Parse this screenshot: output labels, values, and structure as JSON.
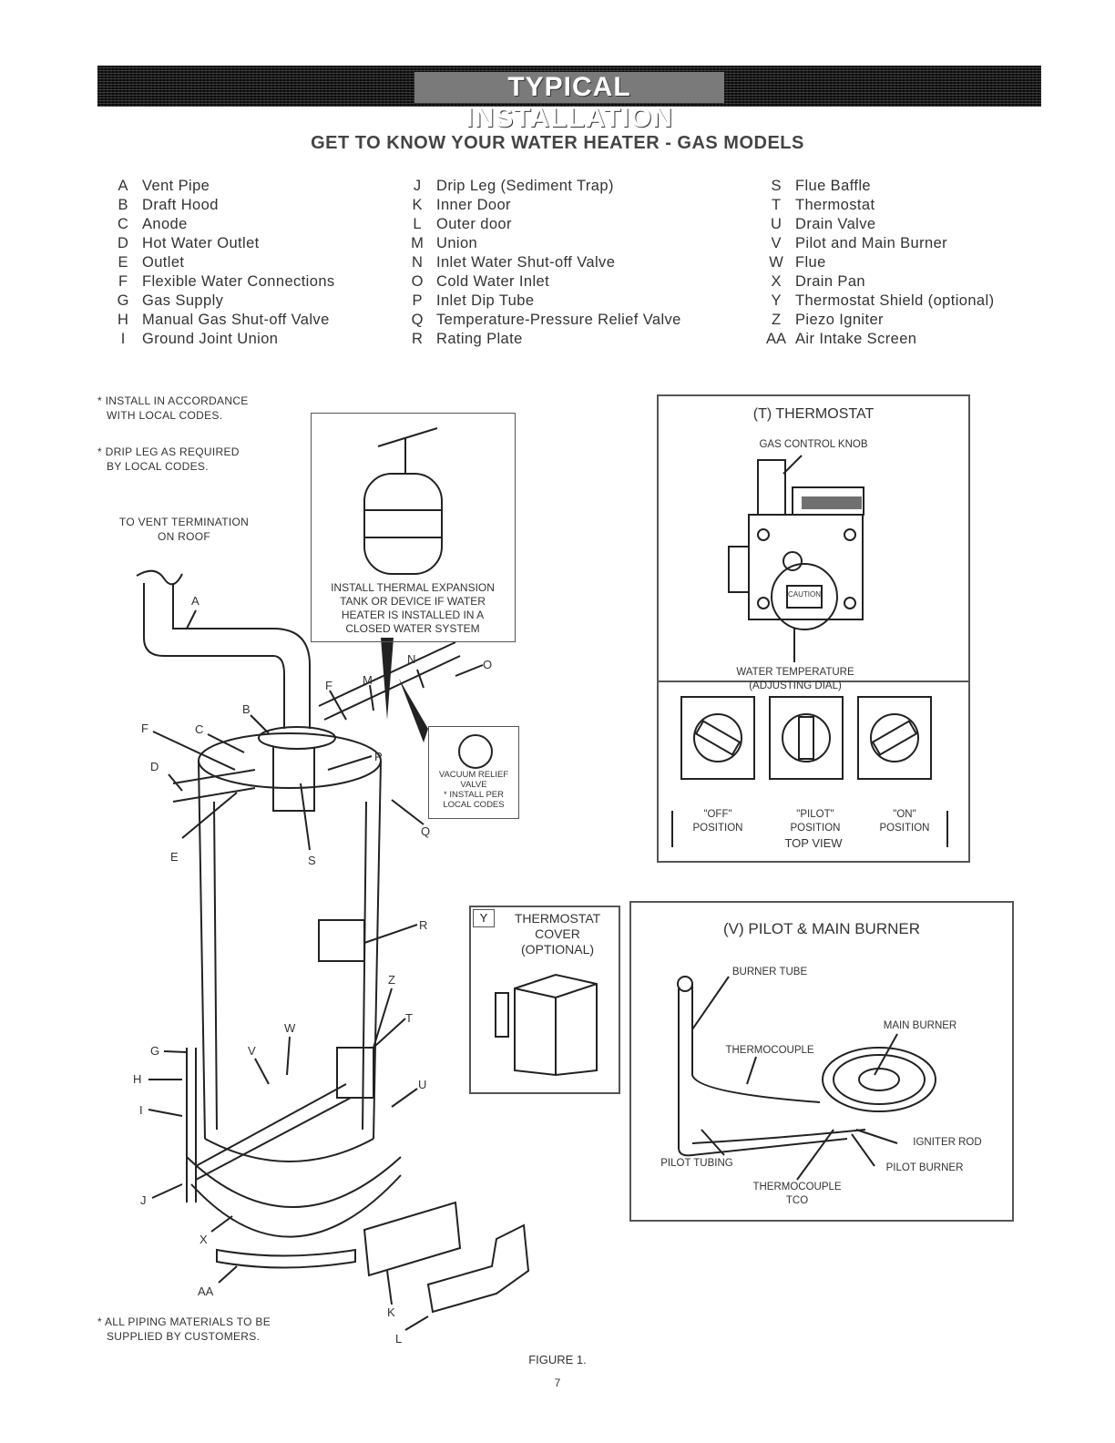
{
  "banner": {
    "title": "TYPICAL INSTALLATION"
  },
  "subtitle": "GET TO KNOW YOUR WATER HEATER - GAS MODELS",
  "legend": {
    "col1": [
      {
        "key": "A",
        "label": "Vent Pipe"
      },
      {
        "key": "B",
        "label": "Draft Hood"
      },
      {
        "key": "C",
        "label": "Anode"
      },
      {
        "key": "D",
        "label": "Hot Water Outlet"
      },
      {
        "key": "E",
        "label": "Outlet"
      },
      {
        "key": "F",
        "label": "Flexible Water Connections"
      },
      {
        "key": "G",
        "label": "Gas Supply"
      },
      {
        "key": "H",
        "label": "Manual Gas Shut-off Valve"
      },
      {
        "key": "I",
        "label": "Ground Joint Union"
      }
    ],
    "col2": [
      {
        "key": "J",
        "label": "Drip Leg (Sediment Trap)"
      },
      {
        "key": "K",
        "label": "Inner Door"
      },
      {
        "key": "L",
        "label": "Outer door"
      },
      {
        "key": "M",
        "label": "Union"
      },
      {
        "key": "N",
        "label": "Inlet Water Shut-off Valve"
      },
      {
        "key": "O",
        "label": "Cold Water Inlet"
      },
      {
        "key": "P",
        "label": "Inlet Dip Tube"
      },
      {
        "key": "Q",
        "label": "Temperature-Pressure Relief Valve"
      },
      {
        "key": "R",
        "label": "Rating Plate"
      }
    ],
    "col3": [
      {
        "key": "S",
        "label": "Flue Baffle"
      },
      {
        "key": "T",
        "label": "Thermostat"
      },
      {
        "key": "U",
        "label": "Drain Valve"
      },
      {
        "key": "V",
        "label": "Pilot and Main Burner"
      },
      {
        "key": "W",
        "label": "Flue"
      },
      {
        "key": "X",
        "label": "Drain Pan"
      },
      {
        "key": "Y",
        "label": "Thermostat Shield (optional)"
      },
      {
        "key": "Z",
        "label": "Piezo Igniter"
      },
      {
        "key": "AA",
        "label": "Air Intake Screen"
      }
    ]
  },
  "notes": {
    "install_codes": [
      "* INSTALL IN ACCORDANCE",
      "WITH LOCAL CODES."
    ],
    "drip_leg": [
      "* DRIP LEG AS REQUIRED",
      "BY LOCAL CODES."
    ],
    "vent": [
      "TO VENT TERMINATION",
      "ON ROOF"
    ],
    "piping": [
      "* ALL PIPING MATERIALS TO BE",
      "SUPPLIED BY CUSTOMERS."
    ],
    "expansion": [
      "INSTALL THERMAL EXPANSION",
      "TANK OR DEVICE IF WATER",
      "HEATER IS INSTALLED IN A",
      "CLOSED WATER SYSTEM"
    ],
    "vacuum": [
      "VACUUM RELIEF",
      "VALVE",
      "* INSTALL PER",
      "LOCAL CODES"
    ]
  },
  "callouts": [
    "A",
    "B",
    "C",
    "D",
    "E",
    "F",
    "F",
    "M",
    "N",
    "O",
    "P",
    "Q",
    "R",
    "S",
    "Z",
    "T",
    "W",
    "V",
    "U",
    "G",
    "H",
    "I",
    "J",
    "X",
    "AA",
    "K",
    "L"
  ],
  "thermostat_panel": {
    "title": "(T) THERMOSTAT",
    "knob": "GAS CONTROL KNOB",
    "caution": "CAUTION",
    "water_temp": [
      "WATER TEMPERATURE",
      "(ADJUSTING DIAL)"
    ],
    "positions": [
      {
        "name": "\"OFF\"",
        "sub": "POSITION"
      },
      {
        "name": "\"PILOT\"",
        "sub": "POSITION"
      },
      {
        "name": "\"ON\"",
        "sub": "POSITION"
      }
    ],
    "top_view": "TOP VIEW"
  },
  "cover_panel": {
    "key": "Y",
    "title": [
      "THERMOSTAT",
      "COVER",
      "(OPTIONAL)"
    ]
  },
  "burner_panel": {
    "title": "(V) PILOT & MAIN BURNER",
    "labels": {
      "burner_tube": "BURNER TUBE",
      "main_burner": "MAIN BURNER",
      "thermocouple": "THERMOCOUPLE",
      "igniter_rod": "IGNITER ROD",
      "pilot_tubing": "PILOT TUBING",
      "pilot_burner": "PILOT BURNER",
      "thermocouple_tco": [
        "THERMOCOUPLE",
        "TCO"
      ]
    }
  },
  "figure": "FIGURE 1.",
  "page_number": "7"
}
